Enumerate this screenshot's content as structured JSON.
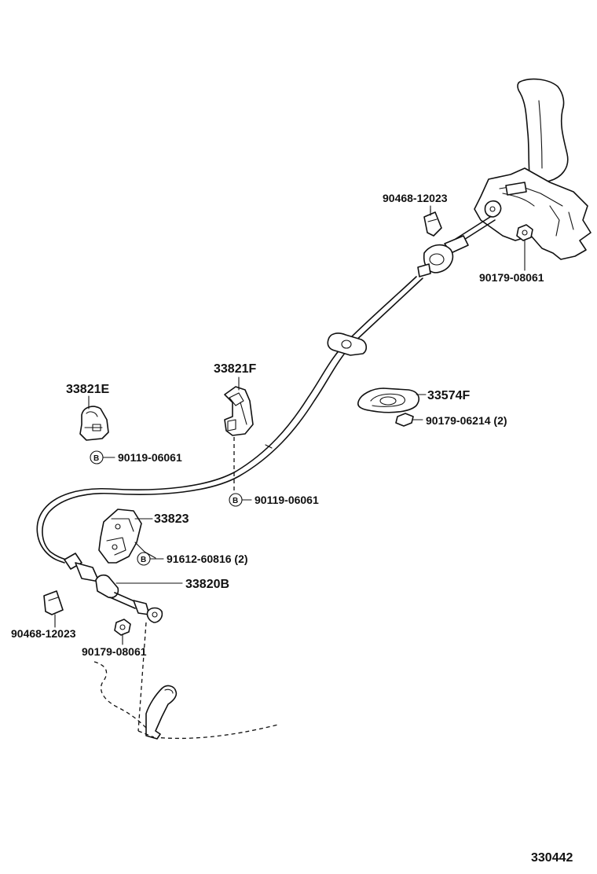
{
  "labels": {
    "clip_top": "90468-12023",
    "nut_top": "90179-08061",
    "bracket_f": "33821F",
    "bracket_e": "33821E",
    "grommet": "33574F",
    "nut_grommet": "90179-06214 (2)",
    "bolt_e": "90119-06061",
    "bolt_f": "90119-06061",
    "bracket_823": "33823",
    "bolt_823": "91612-60816 (2)",
    "cable": "33820B",
    "clip_bottom": "90468-12023",
    "nut_bottom": "90179-08061",
    "bolt_marker": "B",
    "diagram_id": "330442"
  }
}
